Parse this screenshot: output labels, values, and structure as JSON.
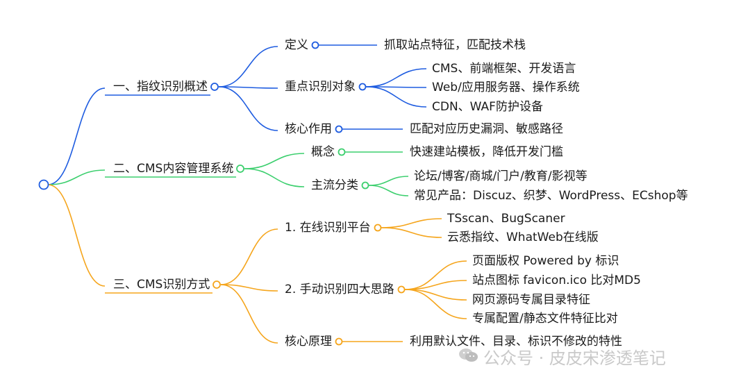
{
  "colors": {
    "blue": "#1e5ce0",
    "green": "#3ccf6e",
    "orange": "#f5a51c",
    "text": "#1a1a1a",
    "watermark": "#c9c9c9"
  },
  "mindmap": {
    "branches": [
      {
        "label": "一、指纹识别概述",
        "color": "blue",
        "children": [
          {
            "label": "定义",
            "children": [
              {
                "label": "抓取站点特征，匹配技术栈"
              }
            ]
          },
          {
            "label": "重点识别对象",
            "children": [
              {
                "label": "CMS、前端框架、开发语言"
              },
              {
                "label": "Web/应用服务器、操作系统"
              },
              {
                "label": "CDN、WAF防护设备"
              }
            ]
          },
          {
            "label": "核心作用",
            "children": [
              {
                "label": "匹配对应历史漏洞、敏感路径"
              }
            ]
          }
        ]
      },
      {
        "label": "二、CMS内容管理系统",
        "color": "green",
        "children": [
          {
            "label": "概念",
            "children": [
              {
                "label": "快速建站模板，降低开发门槛"
              }
            ]
          },
          {
            "label": "主流分类",
            "children": [
              {
                "label": "论坛/博客/商城/门户/教育/影视等"
              },
              {
                "label": "常见产品：Discuz、织梦、WordPress、ECshop等"
              }
            ]
          }
        ]
      },
      {
        "label": "三、CMS识别方式",
        "color": "orange",
        "children": [
          {
            "label": "1. 在线识别平台",
            "children": [
              {
                "label": "TSscan、BugScaner"
              },
              {
                "label": "云悉指纹、WhatWeb在线版"
              }
            ]
          },
          {
            "label": "2. 手动识别四大思路",
            "children": [
              {
                "label": "页面版权 Powered by 标识"
              },
              {
                "label": "站点图标 favicon.ico 比对MD5"
              },
              {
                "label": "网页源码专属目录特征"
              },
              {
                "label": "专属配置/静态文件特征比对"
              }
            ]
          },
          {
            "label": "核心原理",
            "children": [
              {
                "label": "利用默认文件、目录、标识不修改的特性"
              }
            ]
          }
        ]
      }
    ]
  },
  "watermark": {
    "icon": "wechat-icon",
    "text": "公众号 · 皮皮宋渗透笔记"
  }
}
